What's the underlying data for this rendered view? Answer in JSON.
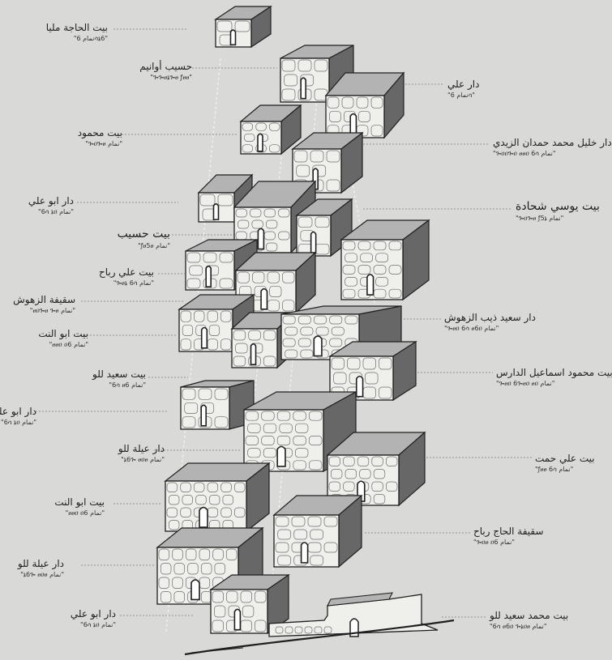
{
  "colors": {
    "background": "#d9d9d7",
    "front": "#efefec",
    "side": "#676767",
    "top": "#b3b3b3",
    "stone": "#6d6d6d",
    "line": "#1f1f1f",
    "leader": "#7a7a7a"
  },
  "labels": [
    {
      "name": "بيت الحاجة مليا",
      "sub": "\"نمام 6ሳኔ6\""
    },
    {
      "name": "حسيب أوانيم",
      "sub": "\"ጐጐፀኔጐፀ ƒፀፀ\""
    },
    {
      "name": "دار علي",
      "sub": "\"نمام 6ሳ\""
    },
    {
      "name": "بيت محمود",
      "sub": "\"ጐዐጐፀ نمام\""
    },
    {
      "name": "دار خليل محمد حمدان الزيدي",
      "sub": "\"ጐዐዐጐዐ ፀፀዐ 6ሳ نمام\""
    },
    {
      "name": "دار ابو علي",
      "sub": "\"6ሳ ኔዐ نمام\""
    },
    {
      "name": "بيت يوسي شحادة",
      "sub": "\"ጐዐጐፀ ƒ5ኔ نمام\""
    },
    {
      "name": "بيت حسيب",
      "sub": "\"ƒፀ5ፀ نمام\""
    },
    {
      "name": "بيت علي رباح",
      "sub": "\"ጐፀኔ 6ሳ نمام\""
    },
    {
      "name": "سقيفة الزهوش",
      "sub": "\"ፀዐጐፀ ጐፀ نمام\""
    },
    {
      "name": "دار سعيد ذيب الزهوش",
      "sub": "\"ጐፀዐ 6ሳ ፀ6ዐ نمام\""
    },
    {
      "name": "بيت ابو النت",
      "sub": "\"ፀፀዐ ዐ6 نمام\""
    },
    {
      "name": "بيت سعيد للو",
      "sub": "\"6ሳ ፀ6 نمام\""
    },
    {
      "name": "بيت محمود اسماعيل الدارس",
      "sub": "\"ጐፀዐ 6ጐፀዐ ፀዐ نمام\""
    },
    {
      "name": "دار ابو علي",
      "sub": "\"6ሳ ኔዐ نمام\""
    },
    {
      "name": "دار عيلة للو",
      "sub": "\"ኔ6ጐ ፀዐፀ نمام\""
    },
    {
      "name": "بيت علي حمت",
      "sub": "\"ƒፀፀ 6ሳ نمام\""
    },
    {
      "name": "بيت ابو النت",
      "sub": "\"ፀፀዐ ዐ6 نمام\""
    },
    {
      "name": "سقيفة الحاج رباح",
      "sub": "\"ጐዐፀ ዐ6 نمام\""
    },
    {
      "name": "دار عيلة للو",
      "sub": "\"ኔ6ጐ ፀዐፀ نمام\""
    },
    {
      "name": "دار ابو علي",
      "sub": "\"6ሳ ኔዐ نمام\""
    },
    {
      "name": "بيت محمد سعيد للو",
      "sub": "\"6ሳ ፀ6ዐ ጐኔዐፀ نمام\""
    }
  ]
}
